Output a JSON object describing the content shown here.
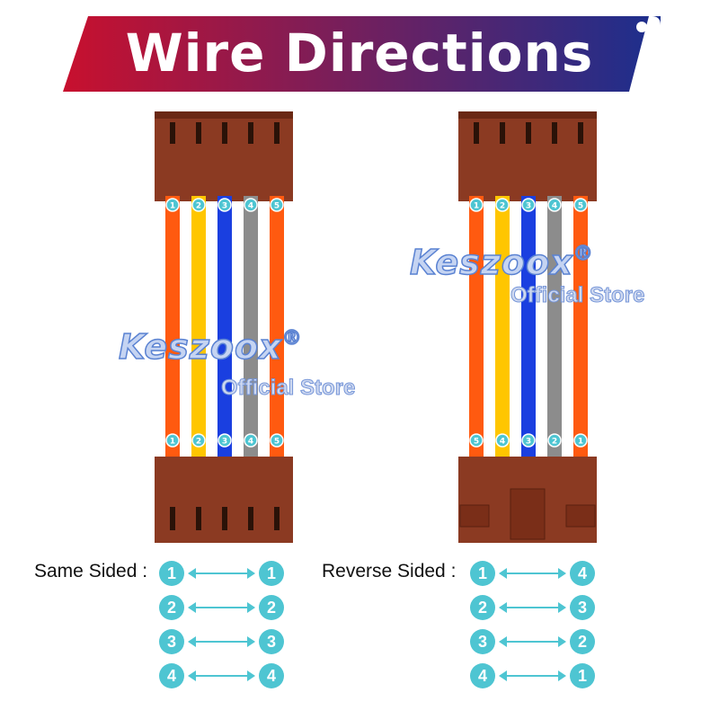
{
  "banner": {
    "title": "Wire Directions",
    "gradient_start": "#c8102e",
    "gradient_end": "#1b2f8e"
  },
  "watermark": {
    "brand": "Keszoox",
    "registered": "®",
    "store": "Official Store"
  },
  "colors": {
    "connector": "#8b3a22",
    "connector_dark": "#6a2814",
    "wire_orange": "#ff5a10",
    "wire_yellow": "#ffc600",
    "wire_blue": "#1a3fe0",
    "wire_gray": "#8c8c8c",
    "badge": "#4ec5d2"
  },
  "left_cable": {
    "wires": [
      "orange",
      "yellow",
      "blue",
      "gray",
      "orange"
    ],
    "top_labels": [
      "1",
      "2",
      "3",
      "4",
      "5"
    ],
    "bottom_labels": [
      "1",
      "2",
      "3",
      "4",
      "5"
    ]
  },
  "right_cable": {
    "wires": [
      "orange",
      "yellow",
      "blue",
      "gray",
      "orange"
    ],
    "top_labels": [
      "1",
      "2",
      "3",
      "4",
      "5"
    ],
    "bottom_labels": [
      "5",
      "4",
      "3",
      "2",
      "1"
    ]
  },
  "same_sided": {
    "caption": "Same Sided :",
    "pairs": [
      [
        "1",
        "1"
      ],
      [
        "2",
        "2"
      ],
      [
        "3",
        "3"
      ],
      [
        "4",
        "4"
      ]
    ]
  },
  "reverse_sided": {
    "caption": "Reverse Sided :",
    "pairs": [
      [
        "1",
        "4"
      ],
      [
        "2",
        "3"
      ],
      [
        "3",
        "2"
      ],
      [
        "4",
        "1"
      ]
    ]
  }
}
